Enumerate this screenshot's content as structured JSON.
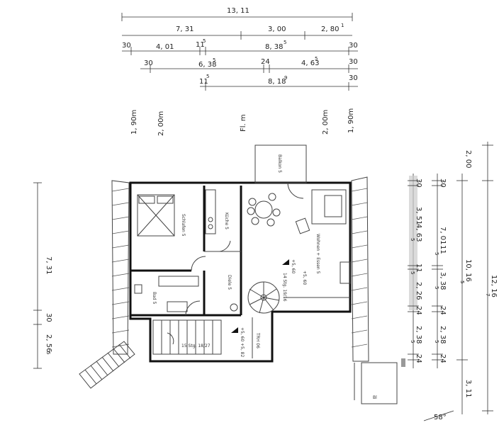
{
  "dims_top": {
    "overall": "13, 11",
    "row1": [
      "7, 31",
      "3, 00",
      "2, 80"
    ],
    "row1_sup": "1",
    "row2": [
      "30",
      "4, 01",
      "11",
      "8, 38",
      "30"
    ],
    "row2_sup": [
      "5",
      "5"
    ],
    "row3": [
      "30",
      "6, 38",
      "24",
      "4, 63",
      "30"
    ],
    "row3_sup": [
      "5",
      "5"
    ],
    "row4": [
      "11",
      "8, 18",
      "30"
    ],
    "row4_sup": [
      "5",
      "9"
    ],
    "heights": [
      "1, 90m",
      "2, 00m",
      "Fl. m",
      "2, 00m",
      "1, 90m"
    ]
  },
  "dims_left": [
    "7, 31",
    "30",
    "2, 56"
  ],
  "dims_left_sup": "5",
  "dims_right": {
    "top": "2, 00",
    "col1": [
      "30",
      "3, 51",
      "4, 63",
      "11",
      "2, 26",
      "24",
      "2, 38",
      "24"
    ],
    "col1_sup": [
      "5",
      "5",
      "5"
    ],
    "col2": [
      "30",
      "7, 01",
      "11",
      "3, 38",
      "24",
      "2, 38",
      "24"
    ],
    "col2_sup": [
      "5",
      "5",
      "5"
    ],
    "col3": [
      "10, 16",
      "3, 11"
    ],
    "col3_sup": "5",
    "col4": "12, 16",
    "col4_sup": "7",
    "angle": "58°"
  },
  "rooms": {
    "balkon": "Balkon 5",
    "schlafen": "Schlafen 5",
    "kochen": "Küche 5",
    "wohnen": "Wohnen + Essen 5",
    "diele": "Diele 5",
    "bad": "Bad 5",
    "stair1": "14 Stg. 19/16",
    "stair2": "15 Stg. 18/27",
    "level1": "+5, 60",
    "level2": "+5, 60",
    "level3": "+5, 60",
    "level4": "+5, 82",
    "stair_label": "TRH 06",
    "floor_mark": "Bl"
  }
}
